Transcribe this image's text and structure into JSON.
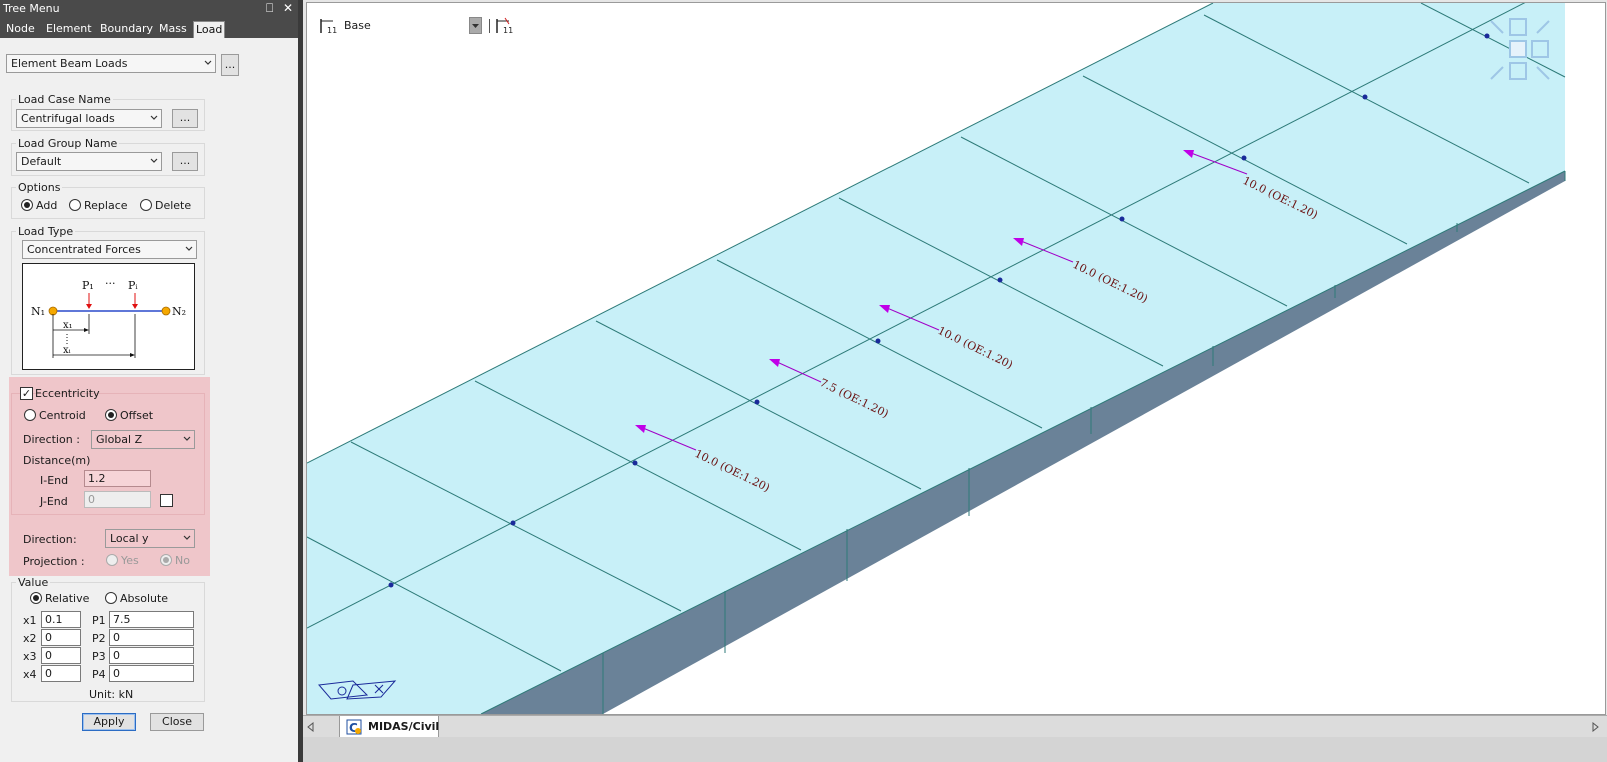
{
  "tree_menu": {
    "title": "Tree Menu",
    "tabs": [
      {
        "label": "Node"
      },
      {
        "label": "Element"
      },
      {
        "label": "Boundary"
      },
      {
        "label": "Mass"
      },
      {
        "label": "Load",
        "active": true
      }
    ]
  },
  "load_function": {
    "selected": "Element Beam Loads",
    "more": "..."
  },
  "load_case": {
    "label": "Load Case Name",
    "selected": "Centrifugal loads",
    "more": "..."
  },
  "load_group": {
    "label": "Load Group Name",
    "selected": "Default",
    "more": "..."
  },
  "options": {
    "label": "Options",
    "add": "Add",
    "replace": "Replace",
    "delete": "Delete",
    "selected": "Add"
  },
  "load_type": {
    "label": "Load Type",
    "selected": "Concentrated Forces",
    "diagram": {
      "n1": "N₁",
      "n2": "N₂",
      "p1": "P₁",
      "pi": "Pᵢ",
      "dots": "···",
      "x1": "x₁",
      "xi": "xᵢ"
    }
  },
  "eccentricity": {
    "label": "Eccentricity",
    "checked": true,
    "centroid": "Centroid",
    "offset": "Offset",
    "selected": "Offset",
    "direction_label": "Direction :",
    "direction_value": "Global Z",
    "distance_label": "Distance(m)",
    "i_end_label": "I-End",
    "i_end_value": "1.2",
    "j_end_label": "J-End",
    "j_end_value": "0"
  },
  "direction": {
    "label": "Direction",
    "colon": ":",
    "value": "Local y"
  },
  "projection": {
    "label": "Projection :",
    "yes": "Yes",
    "no": "No",
    "selected": "No"
  },
  "value": {
    "label": "Value",
    "relative": "Relative",
    "absolute": "Absolute",
    "selected": "Relative",
    "rows": [
      {
        "x_label": "x1",
        "x": "0.1",
        "p_label": "P1",
        "p": "7.5"
      },
      {
        "x_label": "x2",
        "x": "0",
        "p_label": "P2",
        "p": "0"
      },
      {
        "x_label": "x3",
        "x": "0",
        "p_label": "P3",
        "p": "0"
      },
      {
        "x_label": "x4",
        "x": "0",
        "p_label": "P4",
        "p": "0"
      }
    ],
    "unit": "Unit:  kN"
  },
  "buttons": {
    "apply": "Apply",
    "close": "Close"
  },
  "viewport": {
    "layer": "Base",
    "load_labels": [
      "10.0 (OE:1.20)",
      "10.0 (OE:1.20)",
      "10.0 (OE:1.20)",
      "7.5 (OE:1.20)",
      "10.0 (OE:1.20)"
    ],
    "colors": {
      "deck": "#c8f0f8",
      "girder_side": "#6a8298",
      "grid": "#2d7a78",
      "node": "#1a2a9a",
      "arrow": "#a000c8",
      "label": "#6a1010"
    }
  },
  "document_tab": {
    "label": "MIDAS/Civil"
  }
}
